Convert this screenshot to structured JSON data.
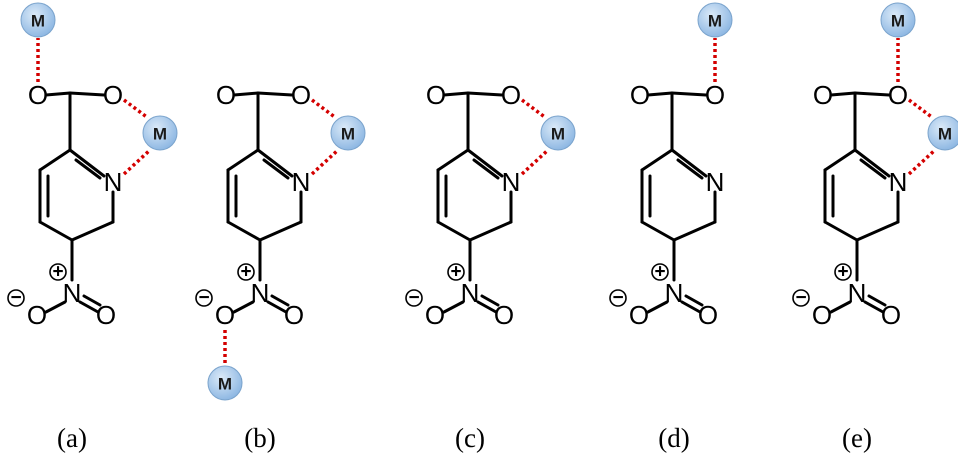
{
  "atoms": {
    "oxygen": "O",
    "nitrogen": "N",
    "metal": "M",
    "plus": "+",
    "minus": "−"
  },
  "panels": [
    {
      "label": "(a)",
      "metals": [
        "top-O",
        "chelate"
      ]
    },
    {
      "label": "(b)",
      "metals": [
        "chelate",
        "nitro-O"
      ]
    },
    {
      "label": "(c)",
      "metals": [
        "chelate"
      ]
    },
    {
      "label": "(d)",
      "metals": [
        "right-O"
      ]
    },
    {
      "label": "(e)",
      "metals": [
        "right-O",
        "chelate"
      ]
    }
  ],
  "colors": {
    "bond": "#000000",
    "coordination_bond": "#d40000",
    "metal_fill_light": "#dbeaf8",
    "metal_fill_dark": "#8fb8e3"
  }
}
